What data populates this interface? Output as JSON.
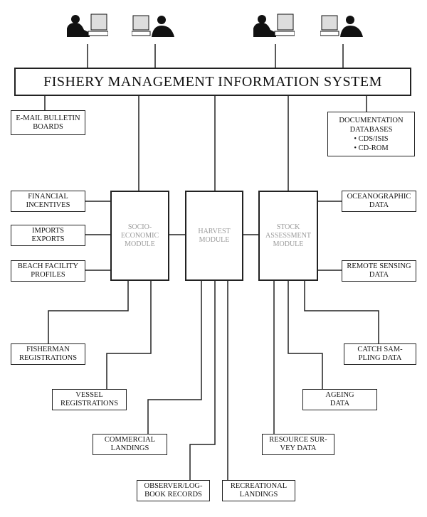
{
  "title": "FISHERY MANAGEMENT INFORMATION SYSTEM",
  "users": [
    {
      "icon": "user-at-computer-icon"
    },
    {
      "icon": "user-at-computer-icon"
    },
    {
      "icon": "user-at-computer-icon"
    },
    {
      "icon": "user-at-computer-icon"
    }
  ],
  "email": [
    "E-MAIL BULLETIN",
    "BOARDS"
  ],
  "documentation": [
    "DOCUMENTATION",
    "DATABASES",
    "• CDS/ISIS",
    "• CD-ROM"
  ],
  "modules": {
    "socio": [
      "SOCIO-",
      "ECONOMIC",
      "MODULE"
    ],
    "harvest": [
      "HARVEST",
      "MODULE"
    ],
    "stock": [
      "STOCK",
      "ASSESSMENT",
      "MODULE"
    ]
  },
  "left": {
    "financial": [
      "FINANCIAL",
      "INCENTIVES"
    ],
    "imports": [
      "IMPORTS",
      "EXPORTS"
    ],
    "beach": [
      "BEACH FACILITY",
      "PROFILES"
    ]
  },
  "right": {
    "ocean": [
      "OCEANOGRAPHIC",
      "DATA"
    ],
    "remote": [
      "REMOTE SENSING",
      "DATA"
    ]
  },
  "bottom": {
    "fisherman": [
      "FISHERMAN",
      "REGISTRATIONS"
    ],
    "vessel": [
      "VESSEL",
      "REGISTRATIONS"
    ],
    "commercial": [
      "COMMERCIAL",
      "LANDINGS"
    ],
    "observer": [
      "OBSERVER/LOG-",
      "BOOK RECORDS"
    ],
    "recreational": [
      "RECREATIONAL",
      "LANDINGS"
    ],
    "resource": [
      "RESOURCE SUR-",
      "VEY DATA"
    ],
    "ageing": [
      "AGEING",
      "DATA"
    ],
    "catch": [
      "CATCH SAM-",
      "PLING DATA"
    ]
  }
}
